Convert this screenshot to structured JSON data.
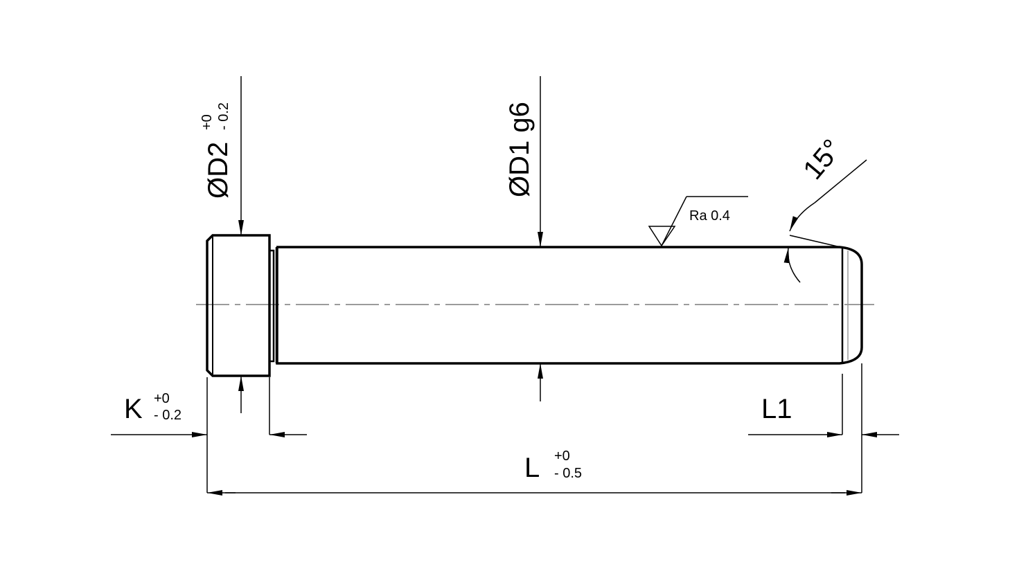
{
  "drawing": {
    "labels": {
      "d2": "ØD2",
      "d2_tol_upper": "+0",
      "d2_tol_lower": "- 0.2",
      "d1": "ØD1 g6",
      "angle": "15°",
      "roughness": "Ra 0.4",
      "k": "K",
      "k_tol_upper": "+0",
      "k_tol_lower": "- 0.2",
      "l1": "L1",
      "l": "L",
      "l_tol_upper": "+0",
      "l_tol_lower": "- 0.5"
    }
  }
}
